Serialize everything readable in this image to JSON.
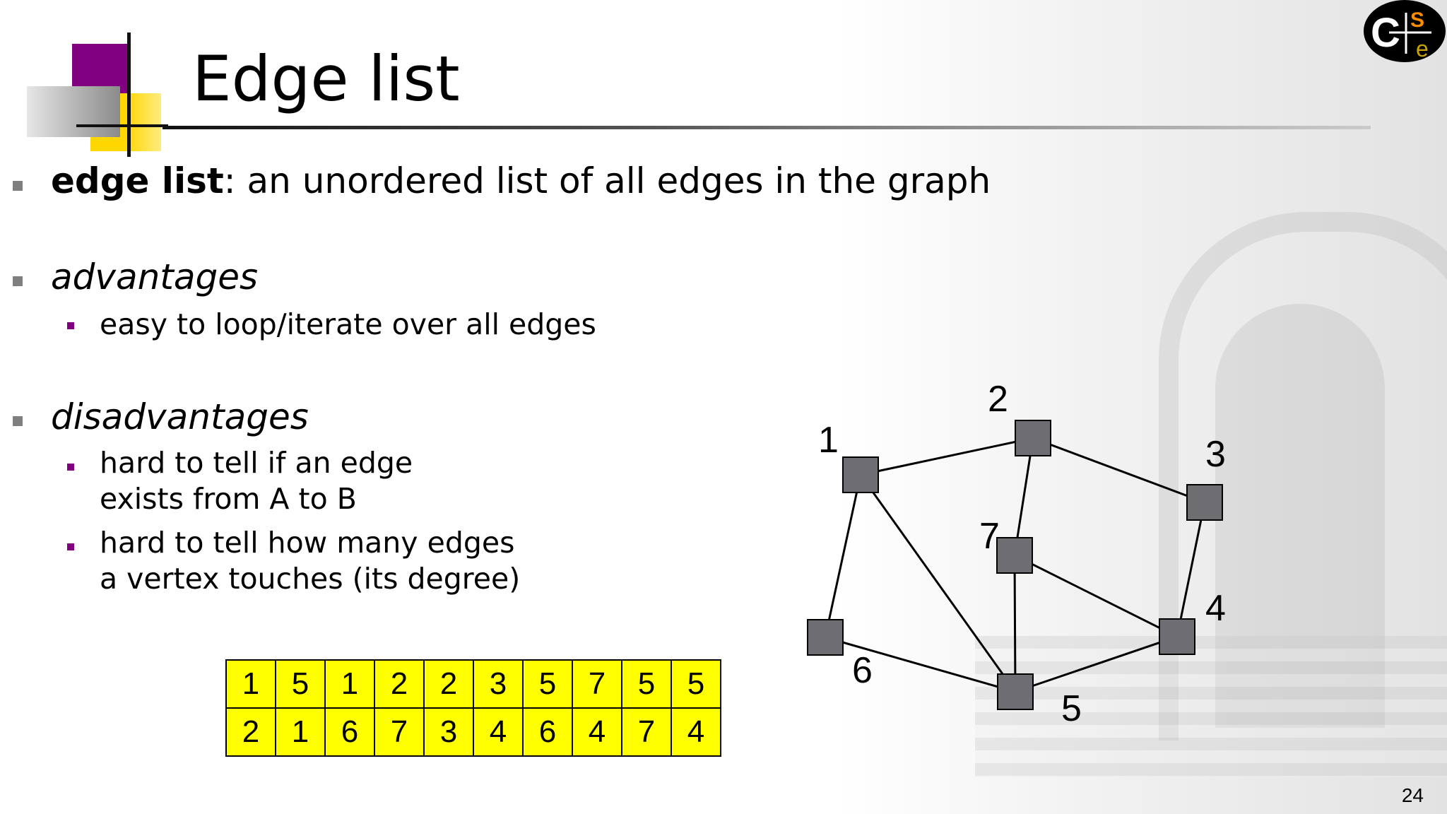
{
  "slide": {
    "title": "Edge list",
    "page_number": "24"
  },
  "bullets": {
    "definition": {
      "term": "edge list",
      "rest": ": an unordered list of all edges in the graph"
    },
    "advantages": {
      "heading": "advantages",
      "items": [
        "easy to loop/iterate over all edges"
      ]
    },
    "disadvantages": {
      "heading": "disadvantages",
      "items": [
        [
          "hard to tell if an edge",
          "exists from A to B"
        ],
        [
          "hard to tell how many edges",
          "a vertex touches (its degree)"
        ]
      ]
    }
  },
  "edge_table": {
    "row1": [
      "1",
      "5",
      "1",
      "2",
      "2",
      "3",
      "5",
      "7",
      "5",
      "5"
    ],
    "row2": [
      "2",
      "1",
      "6",
      "7",
      "3",
      "4",
      "6",
      "4",
      "7",
      "4"
    ]
  },
  "graph": {
    "vertices": [
      "1",
      "2",
      "3",
      "4",
      "5",
      "6",
      "7"
    ],
    "edges": [
      [
        "1",
        "2"
      ],
      [
        "5",
        "1"
      ],
      [
        "1",
        "6"
      ],
      [
        "2",
        "7"
      ],
      [
        "2",
        "3"
      ],
      [
        "3",
        "4"
      ],
      [
        "5",
        "6"
      ],
      [
        "7",
        "4"
      ],
      [
        "5",
        "7"
      ],
      [
        "5",
        "4"
      ]
    ],
    "node_color": "#6e6e72"
  },
  "colors": {
    "accent_purple": "#800080",
    "accent_yellow": "#ffd700",
    "table_fill": "#ffff00"
  },
  "logo": {
    "text_c": "C",
    "text_s": "S",
    "text_e": "e"
  }
}
